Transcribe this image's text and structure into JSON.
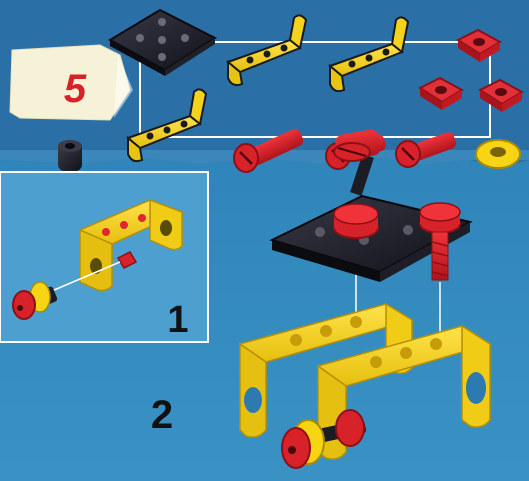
{
  "step": {
    "number": "5",
    "number_color": "#d8222a"
  },
  "substeps": [
    {
      "label": "1"
    },
    {
      "label": "2"
    }
  ],
  "colors": {
    "background": "#2f86b8",
    "background_light": "#4a9ccc",
    "parts_tray": "#2d6fa8",
    "inset_background": "#58a9d6",
    "yellow": "#f7d514",
    "yellow_dark": "#c9a80c",
    "red": "#d8222a",
    "red_dark": "#8e1016",
    "black": "#1c1c24",
    "label_bubble": "#f6f2d8"
  },
  "parts": [
    {
      "name": "square-plate",
      "color": "black",
      "count": 1
    },
    {
      "name": "angle-bracket",
      "color": "yellow",
      "count": 3
    },
    {
      "name": "bolt",
      "color": "red",
      "count": 3
    },
    {
      "name": "square-nut",
      "color": "red",
      "count": 3
    },
    {
      "name": "washer",
      "color": "yellow",
      "count": 1
    },
    {
      "name": "spacer",
      "color": "black",
      "count": 1
    }
  ]
}
